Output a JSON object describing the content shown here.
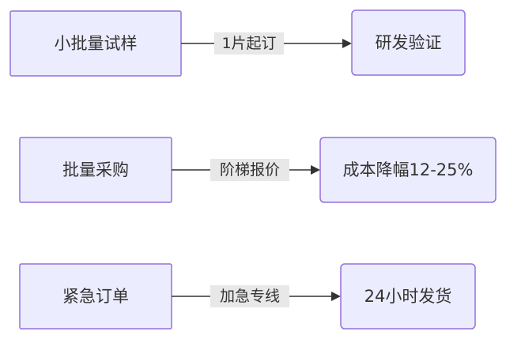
{
  "flows": [
    {
      "source": "小批量试样",
      "edge_label": "1片起订",
      "target": "研发验证"
    },
    {
      "source": "批量采购",
      "edge_label": "阶梯报价",
      "target": "成本降幅12-25%"
    },
    {
      "source": "紧急订单",
      "edge_label": "加急专线",
      "target": "24小时发货"
    }
  ],
  "colors": {
    "node_fill": "#ECECFF",
    "node_border": "#9370DB",
    "edge": "#333333",
    "edge_label_background": "#E8E8E8",
    "text": "#333333"
  }
}
